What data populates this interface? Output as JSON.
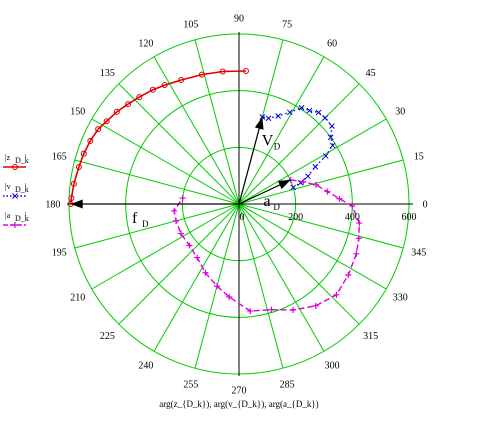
{
  "chart_data": {
    "type": "polar",
    "radial_ticks": [
      0,
      200,
      400,
      600
    ],
    "radial_max": 600,
    "angle_ticks": [
      0,
      15,
      30,
      45,
      60,
      75,
      90,
      105,
      120,
      135,
      150,
      165,
      180,
      195,
      210,
      225,
      240,
      255,
      270,
      285,
      300,
      315,
      330,
      345
    ],
    "grid": true,
    "grid_color": "#00cc00",
    "xlabel": "arg(z_{D_k}), arg(v_{D_k}), arg(a_{D_k})",
    "legend": {
      "placement": "left",
      "entries": [
        {
          "main": "|z",
          "sub": "D_k",
          "close": "|",
          "color": "#dd0000",
          "marker": "circle"
        },
        {
          "main": "|v",
          "sub": "D_k",
          "close": "|",
          "color": "#0000dd",
          "marker": "x"
        },
        {
          "main": "|a",
          "sub": "D_k",
          "close": "|",
          "color": "#dd00dd",
          "marker": "plus"
        }
      ]
    },
    "series": [
      {
        "color": "#dd0000",
        "marker": "circle",
        "line": "solid",
        "points": [
          [
            87,
            470
          ],
          [
            97,
            471
          ],
          [
            106,
            475
          ],
          [
            115,
            483
          ],
          [
            122,
            495
          ],
          [
            127,
            505
          ],
          [
            133,
            516
          ],
          [
            138,
            527
          ],
          [
            143,
            540
          ],
          [
            148,
            551
          ],
          [
            152,
            563
          ],
          [
            157,
            570
          ],
          [
            162,
            576
          ],
          [
            167,
            580
          ],
          [
            173,
            587
          ],
          [
            178,
            592
          ],
          [
            180,
            594
          ]
        ]
      },
      {
        "color": "#0000dd",
        "marker": "x",
        "line": "dotted",
        "points": [
          [
            17,
            200
          ],
          [
            19,
            230
          ],
          [
            22,
            262
          ],
          [
            26,
            300
          ],
          [
            29,
            350
          ],
          [
            32,
            390
          ],
          [
            36,
            400
          ],
          [
            40,
            428
          ],
          [
            45,
            430
          ],
          [
            49,
            428
          ],
          [
            53,
            413
          ],
          [
            57,
            405
          ],
          [
            61,
            370
          ],
          [
            66,
            340
          ],
          [
            71,
            320
          ],
          [
            75,
            318
          ]
        ]
      },
      {
        "color": "#dd00dd",
        "marker": "plus",
        "line": "dashed",
        "points": [
          [
            25,
            201
          ],
          [
            19,
            240
          ],
          [
            14,
            280
          ],
          [
            8,
            315
          ],
          [
            3,
            355
          ],
          [
            359,
            400
          ],
          [
            351,
            430
          ],
          [
            344,
            440
          ],
          [
            337,
            450
          ],
          [
            327,
            460
          ],
          [
            317,
            470
          ],
          [
            307,
            450
          ],
          [
            297,
            420
          ],
          [
            287,
            390
          ],
          [
            276,
            380
          ],
          [
            264,
            330
          ],
          [
            255,
            300
          ],
          [
            244,
            270
          ],
          [
            232,
            240
          ],
          [
            220,
            228
          ],
          [
            207,
            230
          ],
          [
            195,
            230
          ],
          [
            186,
            230
          ],
          [
            174,
            200
          ]
        ]
      }
    ],
    "vectors": [
      {
        "label": "V",
        "sub": "D",
        "angle": 75,
        "r": 318
      },
      {
        "label": "a",
        "sub": "D",
        "angle": 25,
        "r": 201
      },
      {
        "label": "f",
        "sub": "D",
        "angle": 180,
        "r": 594
      }
    ]
  }
}
